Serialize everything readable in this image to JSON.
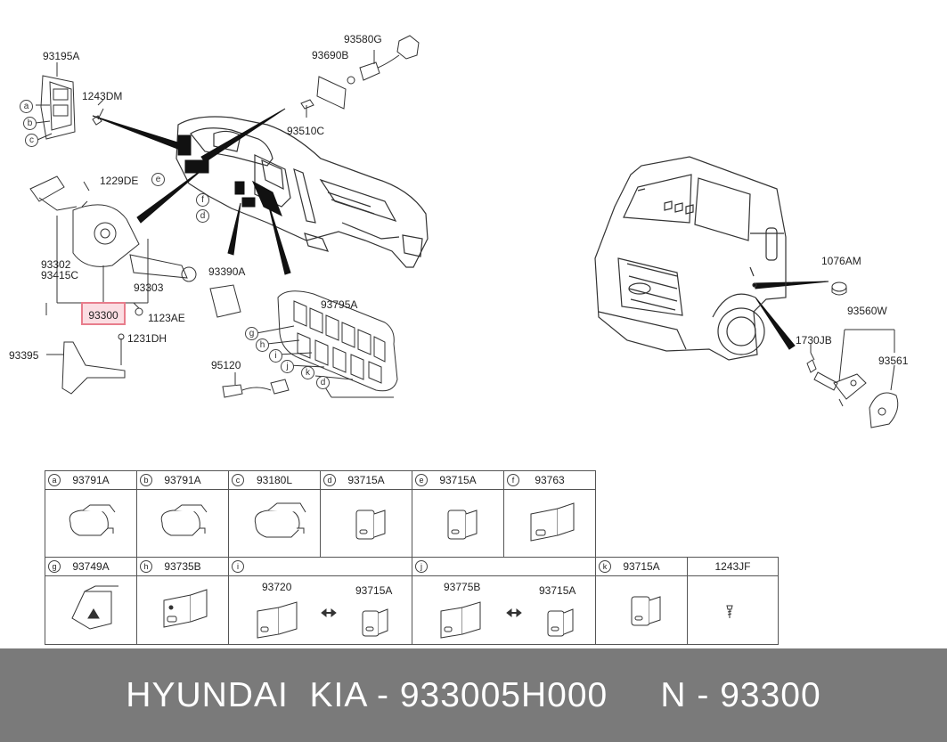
{
  "callouts": {
    "p93195A": "93195A",
    "p1243DM": "1243DM",
    "p93580G": "93580G",
    "p93690B": "93690B",
    "p93510C": "93510C",
    "p1229DE": "1229DE",
    "p93302": "93302",
    "p93415C": "93415C",
    "p93303": "93303",
    "p93300": "93300",
    "p1123AE": "1123AE",
    "p1231DH": "1231DH",
    "p93395": "93395",
    "p93390A": "93390A",
    "p93795A": "93795A",
    "p95120": "95120",
    "p1076AM": "1076AM",
    "p93560W": "93560W",
    "p1730JB": "1730JB",
    "p93561": "93561"
  },
  "letters": {
    "a": "a",
    "b": "b",
    "c": "c",
    "d": "d",
    "e": "e",
    "f": "f",
    "g": "g",
    "h": "h",
    "i": "i",
    "j": "j",
    "k": "k"
  },
  "table": {
    "row1": [
      {
        "letter": "a",
        "part": "93791A"
      },
      {
        "letter": "b",
        "part": "93791A"
      },
      {
        "letter": "c",
        "part": "93180L"
      },
      {
        "letter": "d",
        "part": "93715A"
      },
      {
        "letter": "e",
        "part": "93715A"
      },
      {
        "letter": "f",
        "part": "93763"
      }
    ],
    "row2": [
      {
        "letter": "g",
        "part": "93749A"
      },
      {
        "letter": "h",
        "part": "93735B"
      },
      {
        "letter": "i",
        "part": "",
        "left": "93720",
        "right": "93715A"
      },
      {
        "letter": "j",
        "part": "",
        "left": "93775B",
        "right": "93715A"
      },
      {
        "letter": "k",
        "part": "93715A"
      },
      {
        "letter": "",
        "part": "1243JF"
      }
    ]
  },
  "footer": {
    "text": "HYUNDAI  KIA - 933005H000     N - 93300"
  }
}
